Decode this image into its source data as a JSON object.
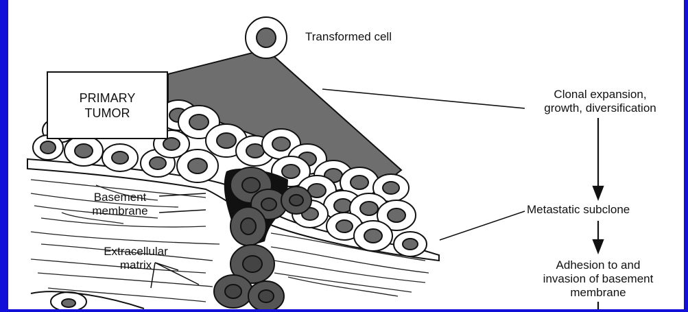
{
  "labels": {
    "transformed_cell": "Transformed cell",
    "primary_tumor": "PRIMARY\nTUMOR",
    "clonal_expansion": "Clonal expansion,\ngrowth, diversification",
    "basement_membrane": "Basement\nmembrane",
    "extracellular_matrix": "Extracellular\nmatrix",
    "metastatic_subclone": "Metastatic subclone",
    "adhesion_invasion": "Adhesion to and\ninvasion of basement\nmembrane"
  },
  "colors": {
    "frame_blue": "#1010d8",
    "ink": "#111111",
    "shaded_region": "#6e6e6e",
    "nucleus": "#6a6a6a",
    "metastatic_cell": "#555555"
  }
}
